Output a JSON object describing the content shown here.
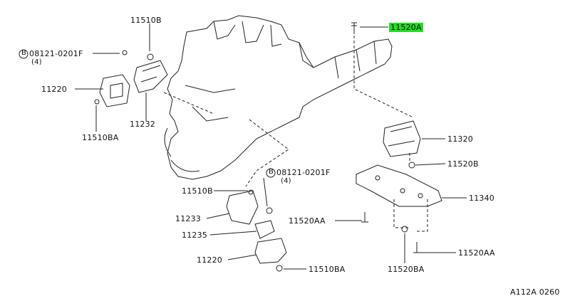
{
  "labels": {
    "p11510b_top": "11510B",
    "bolt_top": "08121-0201F",
    "bolt_top_qty": "(4)",
    "p11220_left": "11220",
    "p11232": "11232",
    "p11510ba_left": "11510BA",
    "p11520a": "11520A",
    "p11320": "11320",
    "p11520b": "11520B",
    "p11340": "11340",
    "bolt_mid": "08121-0201F",
    "bolt_mid_qty": "(4)",
    "p11510b_mid": "11510B",
    "p11233": "11233",
    "p11235": "11235",
    "p11220_bottom": "11220",
    "p11510ba_bottom": "11510BA",
    "p11520aa_left": "11520AA",
    "p11520aa_right": "11520AA",
    "p11520ba": "11520BA",
    "diagram_code": "A112A 0260"
  },
  "icons": {
    "bolt_marker": "B",
    "highlight_color": "#22dd22"
  }
}
